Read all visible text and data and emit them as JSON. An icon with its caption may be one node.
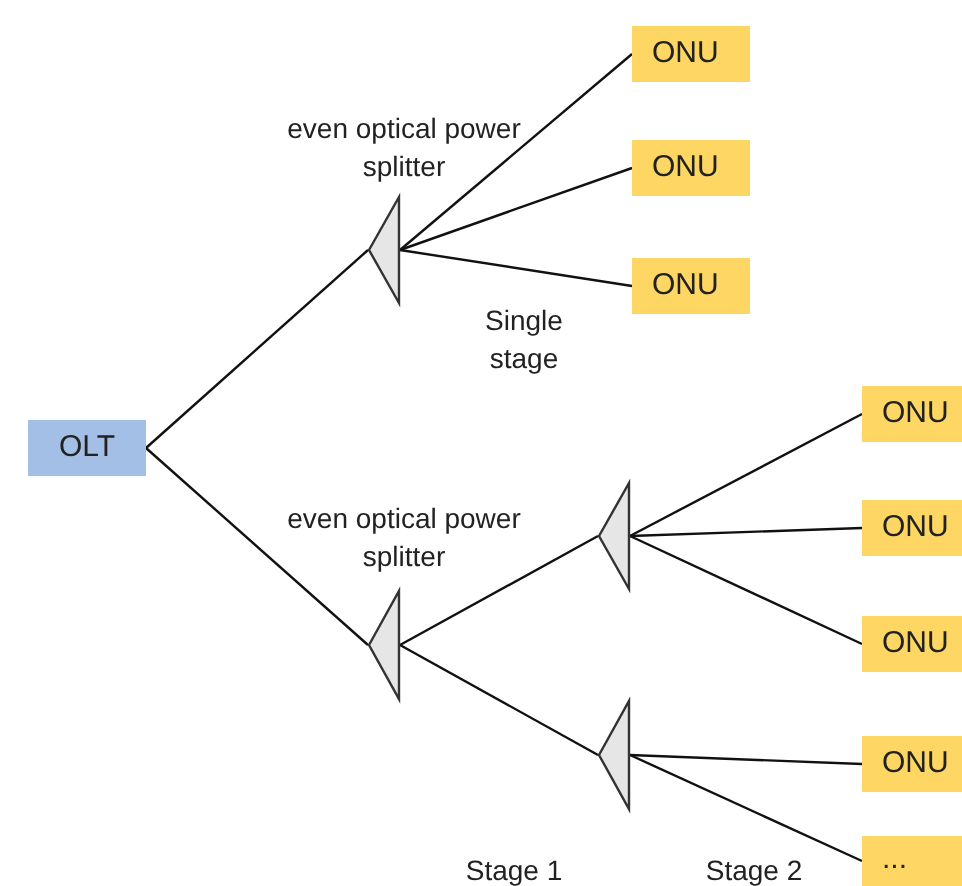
{
  "diagram": {
    "nodes": [
      {
        "text": [
          "OLT"
        ]
      },
      {
        "text": [],
        "shape": "triangle",
        "beside": [
          "even optical power splitter"
        ]
      },
      {
        "text": [
          "ONU"
        ]
      },
      {
        "text": [
          "ONU"
        ]
      },
      {
        "text": [
          "ONU"
        ]
      },
      {
        "text": [],
        "shape": "triangle",
        "beside": [
          "even optical power splitter"
        ]
      },
      {
        "text": [],
        "shape": "triangle"
      },
      {
        "text": [],
        "shape": "triangle"
      },
      {
        "text": [
          "ONU"
        ]
      },
      {
        "text": [
          "ONU"
        ]
      },
      {
        "text": [
          "ONU"
        ]
      },
      {
        "text": [
          "ONU"
        ]
      },
      {
        "text": [
          "..."
        ]
      }
    ],
    "edges": [
      {
        "from": 0,
        "to": 1,
        "arrow": "none"
      },
      {
        "from": 0,
        "to": 5,
        "arrow": "none"
      },
      {
        "from": 1,
        "to": 2,
        "arrow": "none"
      },
      {
        "from": 1,
        "to": 3,
        "arrow": "none"
      },
      {
        "from": 1,
        "to": 4,
        "arrow": "none"
      },
      {
        "from": 5,
        "to": 6,
        "arrow": "none"
      },
      {
        "from": 5,
        "to": 7,
        "arrow": "none"
      },
      {
        "from": 6,
        "to": 8,
        "arrow": "none"
      },
      {
        "from": 6,
        "to": 9,
        "arrow": "none"
      },
      {
        "from": 6,
        "to": 10,
        "arrow": "none"
      },
      {
        "from": 7,
        "to": 11,
        "arrow": "none"
      },
      {
        "from": 7,
        "to": 12,
        "arrow": "none"
      }
    ],
    "labels": [
      "Single stage",
      "Stage 1",
      "Stage 2"
    ]
  }
}
